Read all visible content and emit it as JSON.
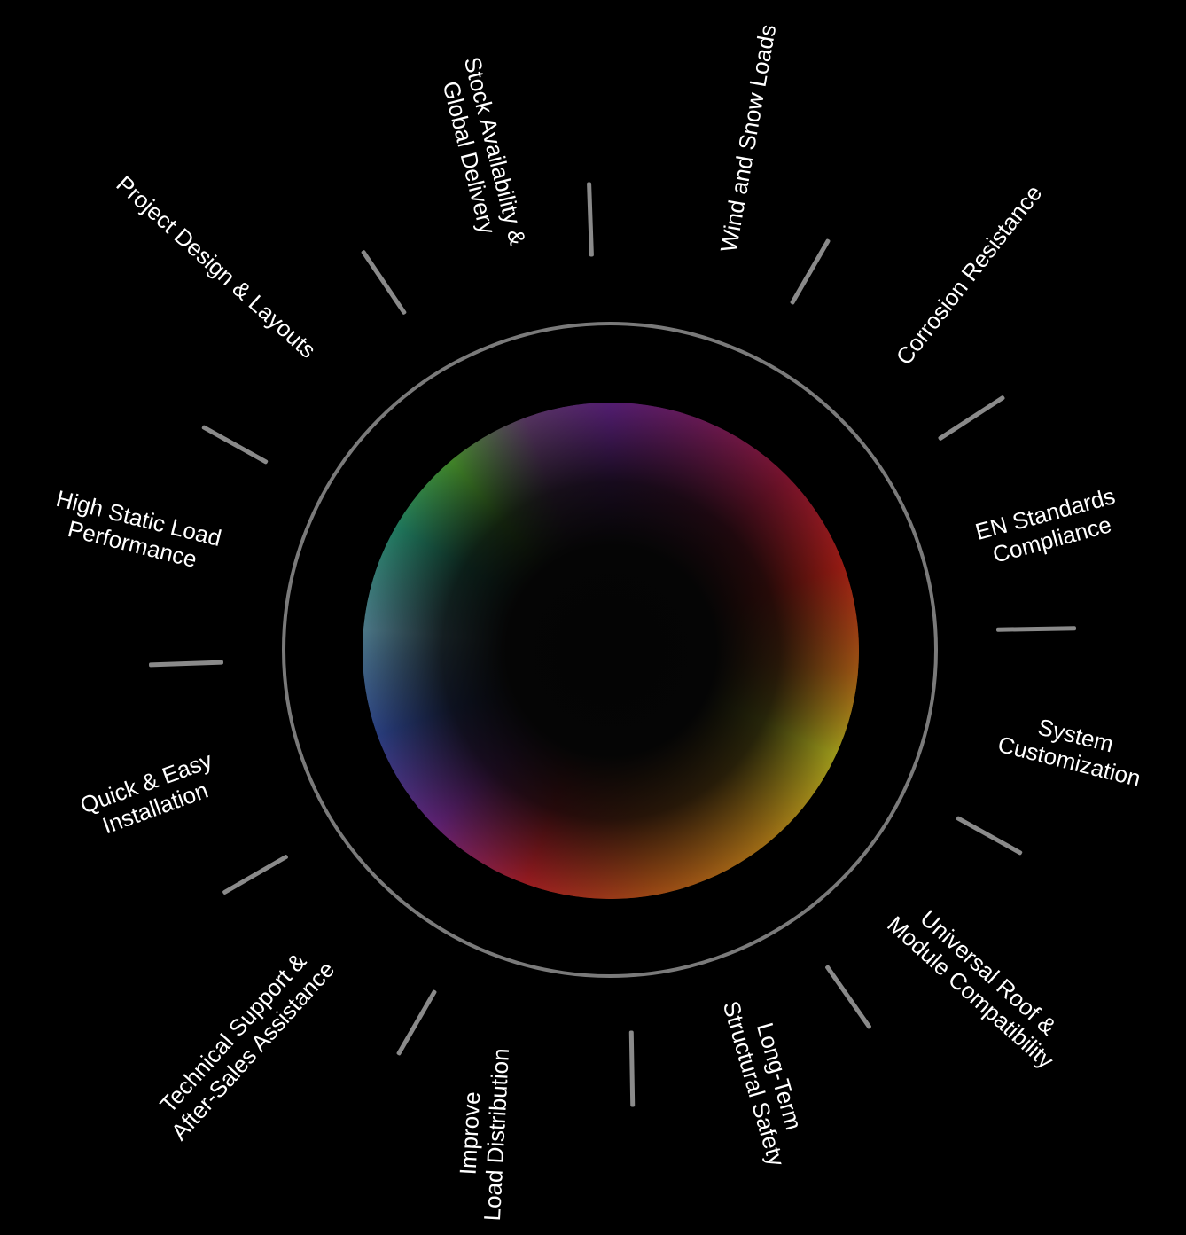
{
  "diagram": {
    "labels": [
      {
        "id": "stock",
        "lines": [
          "Stock Availability &",
          "Global Delivery"
        ]
      },
      {
        "id": "wind",
        "lines": [
          "Wind and Snow Loads"
        ]
      },
      {
        "id": "corrosion",
        "lines": [
          "Corrosion Resistance"
        ]
      },
      {
        "id": "en",
        "lines": [
          "EN Standards",
          "Compliance"
        ]
      },
      {
        "id": "system",
        "lines": [
          "System",
          "Customization"
        ]
      },
      {
        "id": "universal",
        "lines": [
          "Universal Roof &",
          "Module Compatibility"
        ]
      },
      {
        "id": "longterm",
        "lines": [
          "Long-Term",
          "Structural Safety"
        ]
      },
      {
        "id": "improve",
        "lines": [
          "Improve",
          "Load Distribution"
        ]
      },
      {
        "id": "techsupport",
        "lines": [
          "Technical Support &",
          "After-Sales Assistance"
        ]
      },
      {
        "id": "quick",
        "lines": [
          "Quick & Easy",
          "Installation"
        ]
      },
      {
        "id": "highstatic",
        "lines": [
          "High Static Load",
          "Performance"
        ]
      },
      {
        "id": "project",
        "lines": [
          "Project Design & Layouts"
        ]
      }
    ],
    "colors": {
      "background": "#000000",
      "ring": "#7a7a7a",
      "tick": "#8a8a8a",
      "text": "#ffffff"
    }
  }
}
